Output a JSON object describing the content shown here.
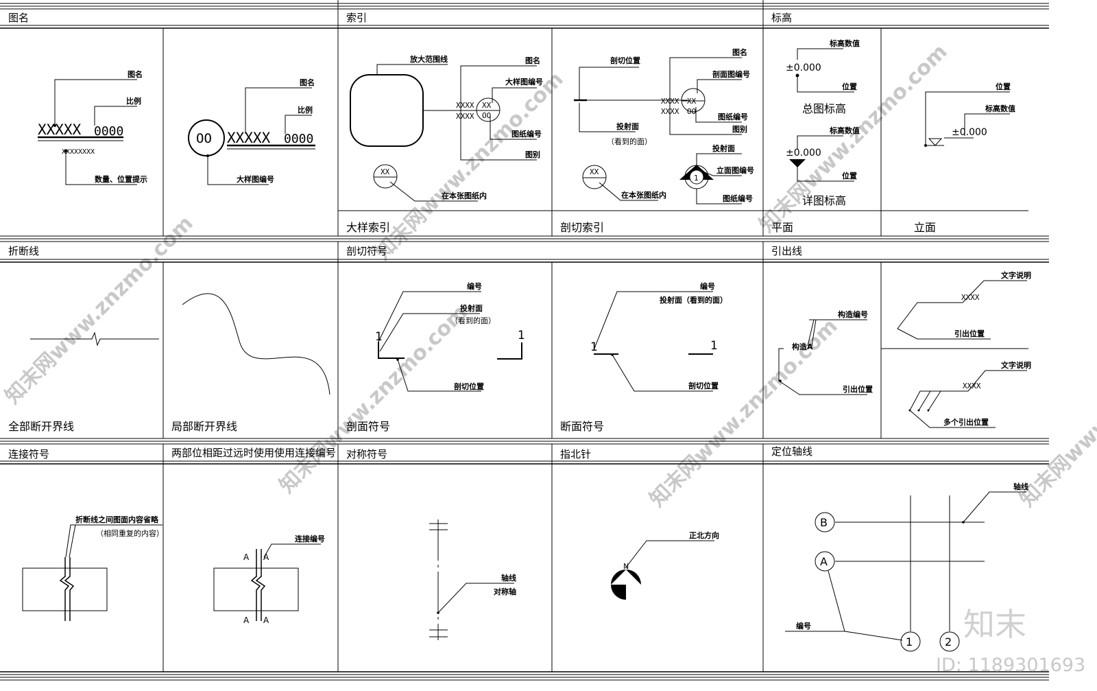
{
  "headers": {
    "tuming": "图名",
    "suoyin": "索引",
    "biaogao": "标高",
    "zheduan": "折断线",
    "pouqie": "剖切符号",
    "yinchu": "引出线",
    "lianjie": "连接符号",
    "liangbu": "两部位相距过远时使用使用连接编号",
    "duicheng": "对称符号",
    "zhibei": "指北针",
    "dingwei": "定位轴线"
  },
  "captions": {
    "dayang": "大样索引",
    "pouqie_sy": "剖切索引",
    "pingmian": "平面",
    "limian": "立面",
    "quanbu": "全部断开界线",
    "jubu": "局部断开界线",
    "poumian": "剖面符号",
    "duanmian": "断面符号"
  },
  "labels": {
    "tuming": "图名",
    "bili": "比例",
    "xxxxx": "XXXXX",
    "scale": "0000",
    "xsmall": "XXXXXXXX",
    "shuliang": "数量、位置提示",
    "oo": "OO",
    "dayang_bh": "大样图编号",
    "fangda": "放大范围线",
    "dayangtu_bh": "大样图编号",
    "tuzhi_bh": "图纸编号",
    "tubie": "图别",
    "xxxx": "XXXX",
    "xx": "XX",
    "zainben": "在本张图纸内",
    "pouqie_wz": "剖切位置",
    "poumiantu_bh": "剖面图编号",
    "toushe": "投射面",
    "kandao": "（看到的面）",
    "toushe_full": "投射面（看到的面）",
    "limiantu_bh": "立面图编号",
    "one": "1",
    "biaogao_sz": "标高数值",
    "weizhi": "位置",
    "elev": "±0.000",
    "zongtu": "总图标高",
    "xiangtu": "详图标高",
    "bianhao": "编号",
    "gouzao_bh": "构造编号",
    "gouzao_a": "构造A",
    "yinchu_wz": "引出位置",
    "wenzi": "文字说明",
    "duoge": "多个引出位置",
    "zheduan_shuoming": "折断线之间图面内容省略",
    "xiangtong": "（相同重复的内容）",
    "lianjie_bh": "连接编号",
    "a": "A",
    "b": "B",
    "zhouxian": "轴线",
    "duichengzhou": "对称轴",
    "zhengbei": "正北方向",
    "n": "N",
    "c1": "1",
    "c2": "2"
  },
  "watermark": {
    "site": "知末网www.znzmo.com",
    "brand": "知末",
    "id": "ID: 1189301693"
  }
}
